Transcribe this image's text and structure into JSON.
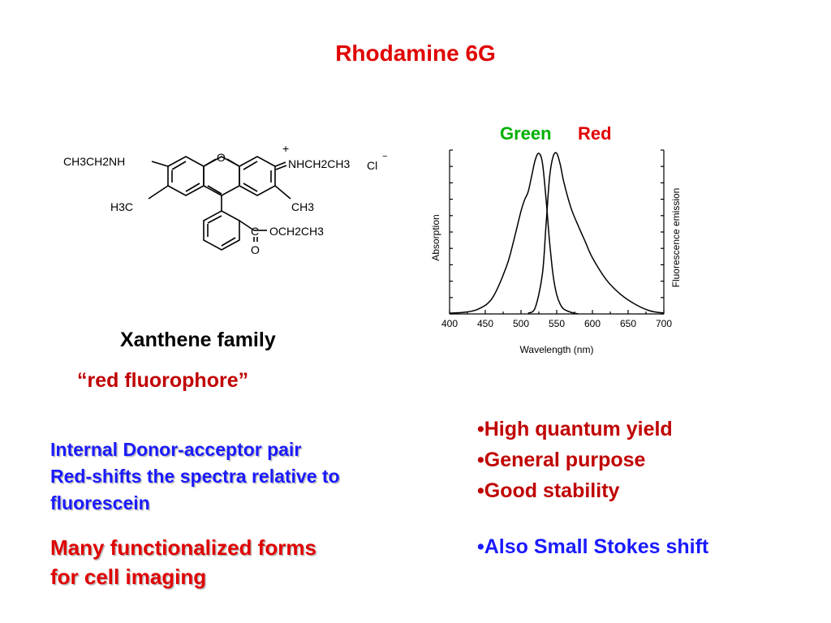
{
  "slide": {
    "title": "Rhodamine 6G",
    "family": "Xanthene family",
    "quote": "“red fluorophore”",
    "blue_para": [
      "Internal Donor-acceptor pair",
      "Red-shifts the spectra relative to",
      "fluorescein"
    ],
    "red_para": [
      "Many functionalized forms",
      "for cell imaging"
    ],
    "bullets": [
      "•High quantum yield",
      "•General purpose",
      "•Good stability"
    ],
    "bullet_blue": "•Also Small Stokes shift"
  },
  "structure": {
    "labels": {
      "ethylamine_left": "CH3CH2NH",
      "methyl_left": "H3C",
      "oxygen": "O",
      "iminium": "NHCH2CH3",
      "plus": "+",
      "chloride": "Cl",
      "minus": "−",
      "methyl_right": "CH3",
      "carbonyl_c": "C",
      "ester": "OCH2CH3",
      "carbonyl_o": "O"
    }
  },
  "colors": {
    "title_red": "#e00000",
    "green": "#00b000",
    "blue": "#1a1aff"
  },
  "chart_data": {
    "type": "line",
    "legend": [
      "Green",
      "Red"
    ],
    "xlabel": "Wavelength (nm)",
    "ylabel_left": "Absorption",
    "ylabel_right": "Fluorescence emission",
    "xlim": [
      400,
      700
    ],
    "ylim": [
      0,
      1
    ],
    "x_ticks": [
      400,
      450,
      500,
      550,
      600,
      650,
      700
    ],
    "series": [
      {
        "name": "Absorption",
        "x": [
          400,
          420,
          440,
          460,
          480,
          490,
          500,
          505,
          510,
          515,
          520,
          525,
          530,
          535,
          540,
          545,
          550,
          555,
          560,
          570,
          580
        ],
        "y": [
          0.005,
          0.01,
          0.03,
          0.1,
          0.3,
          0.46,
          0.64,
          0.71,
          0.76,
          0.86,
          0.96,
          1.0,
          0.94,
          0.72,
          0.45,
          0.24,
          0.12,
          0.06,
          0.03,
          0.01,
          0.0
        ]
      },
      {
        "name": "Fluorescence emission",
        "x": [
          510,
          520,
          530,
          535,
          540,
          545,
          550,
          555,
          560,
          570,
          580,
          590,
          600,
          620,
          640,
          660,
          680,
          700
        ],
        "y": [
          0.005,
          0.04,
          0.25,
          0.55,
          0.85,
          0.98,
          1.0,
          0.93,
          0.82,
          0.66,
          0.55,
          0.45,
          0.35,
          0.21,
          0.12,
          0.06,
          0.02,
          0.005
        ]
      }
    ]
  }
}
